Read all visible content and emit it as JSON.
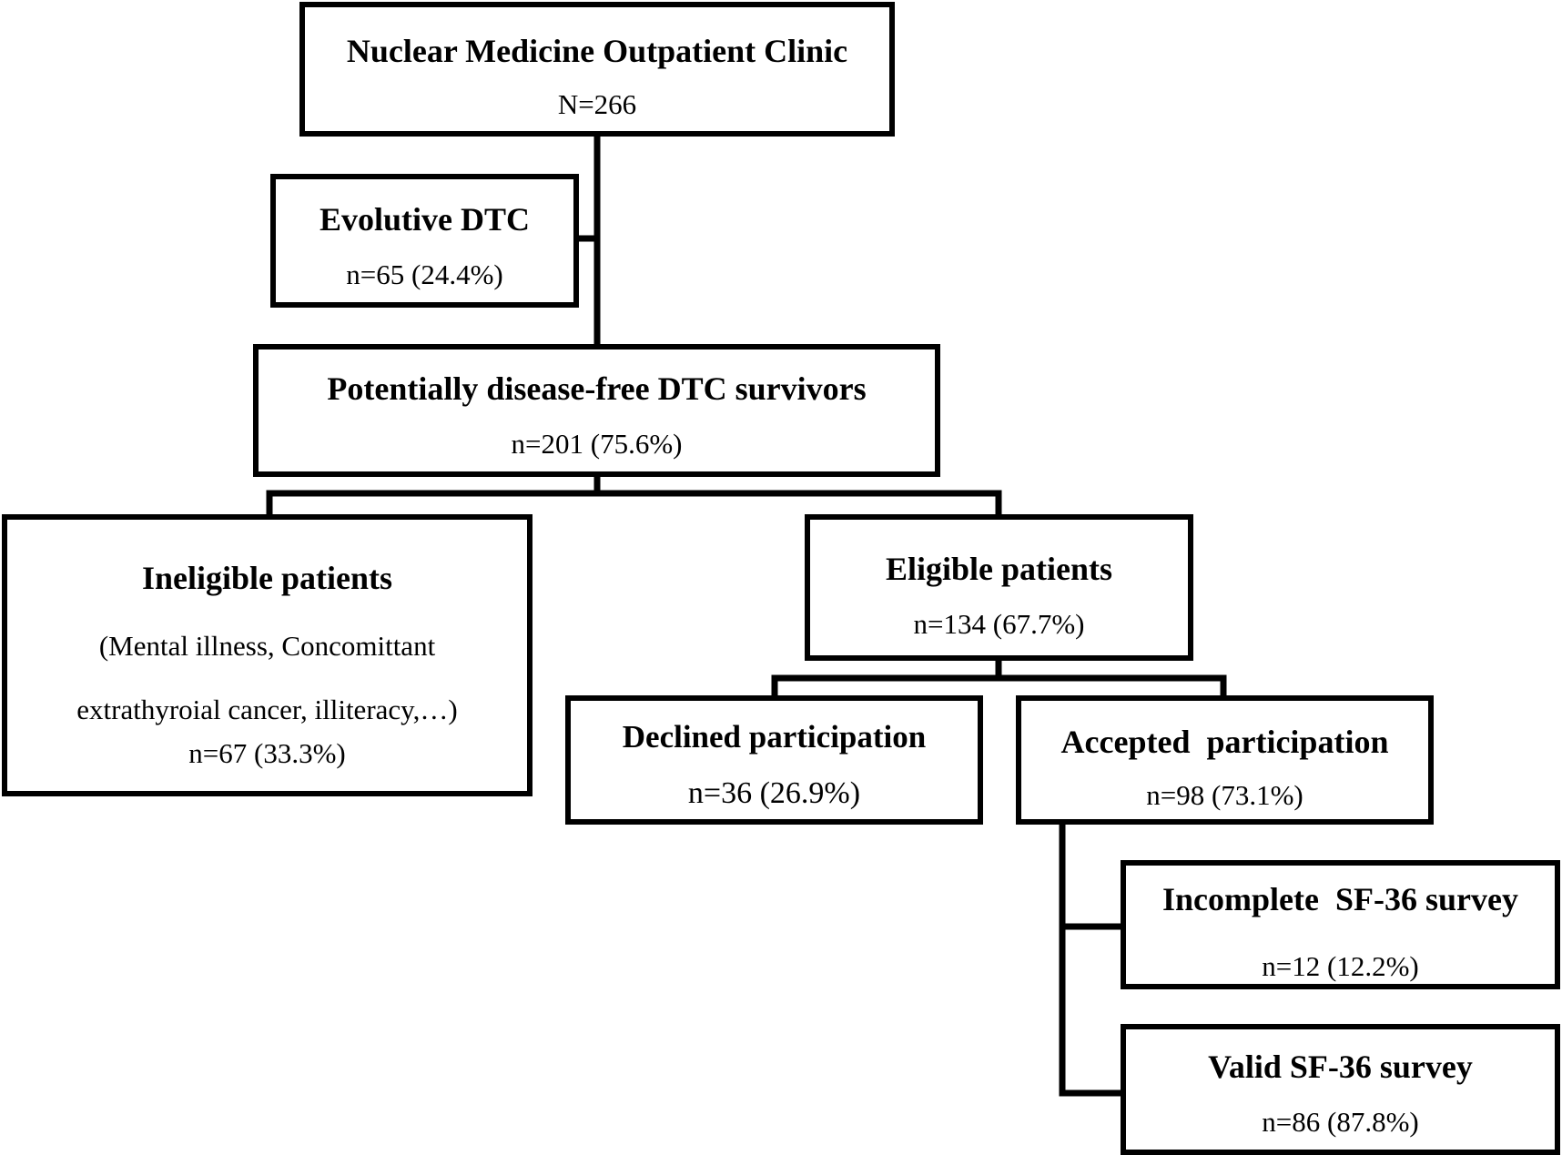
{
  "flowchart": {
    "clinic": {
      "title": "Nuclear Medicine Outpatient Clinic",
      "count": "N=266"
    },
    "evolutive": {
      "title": "Evolutive DTC",
      "count": "n=65 (24.4%)"
    },
    "potentially_disease_free": {
      "title": "Potentially disease-free DTC survivors",
      "count": "n=201 (75.6%)"
    },
    "ineligible": {
      "title": "Ineligible patients",
      "details": "(Mental illness, Concomittant extrathyroial cancer, illiteracy,…)",
      "count": "n=67 (33.3%)"
    },
    "eligible": {
      "title": "Eligible patients",
      "count": "n=134 (67.7%)"
    },
    "declined": {
      "title": "Declined participation",
      "count": "n=36 (26.9%)"
    },
    "accepted": {
      "title": "Accepted  participation",
      "count": "n=98 (73.1%)"
    },
    "incomplete_survey": {
      "title": "Incomplete  SF-36 survey",
      "count": "n=12 (12.2%)"
    },
    "valid_survey": {
      "title": "Valid SF-36 survey",
      "count": "n=86 (87.8%)"
    }
  }
}
